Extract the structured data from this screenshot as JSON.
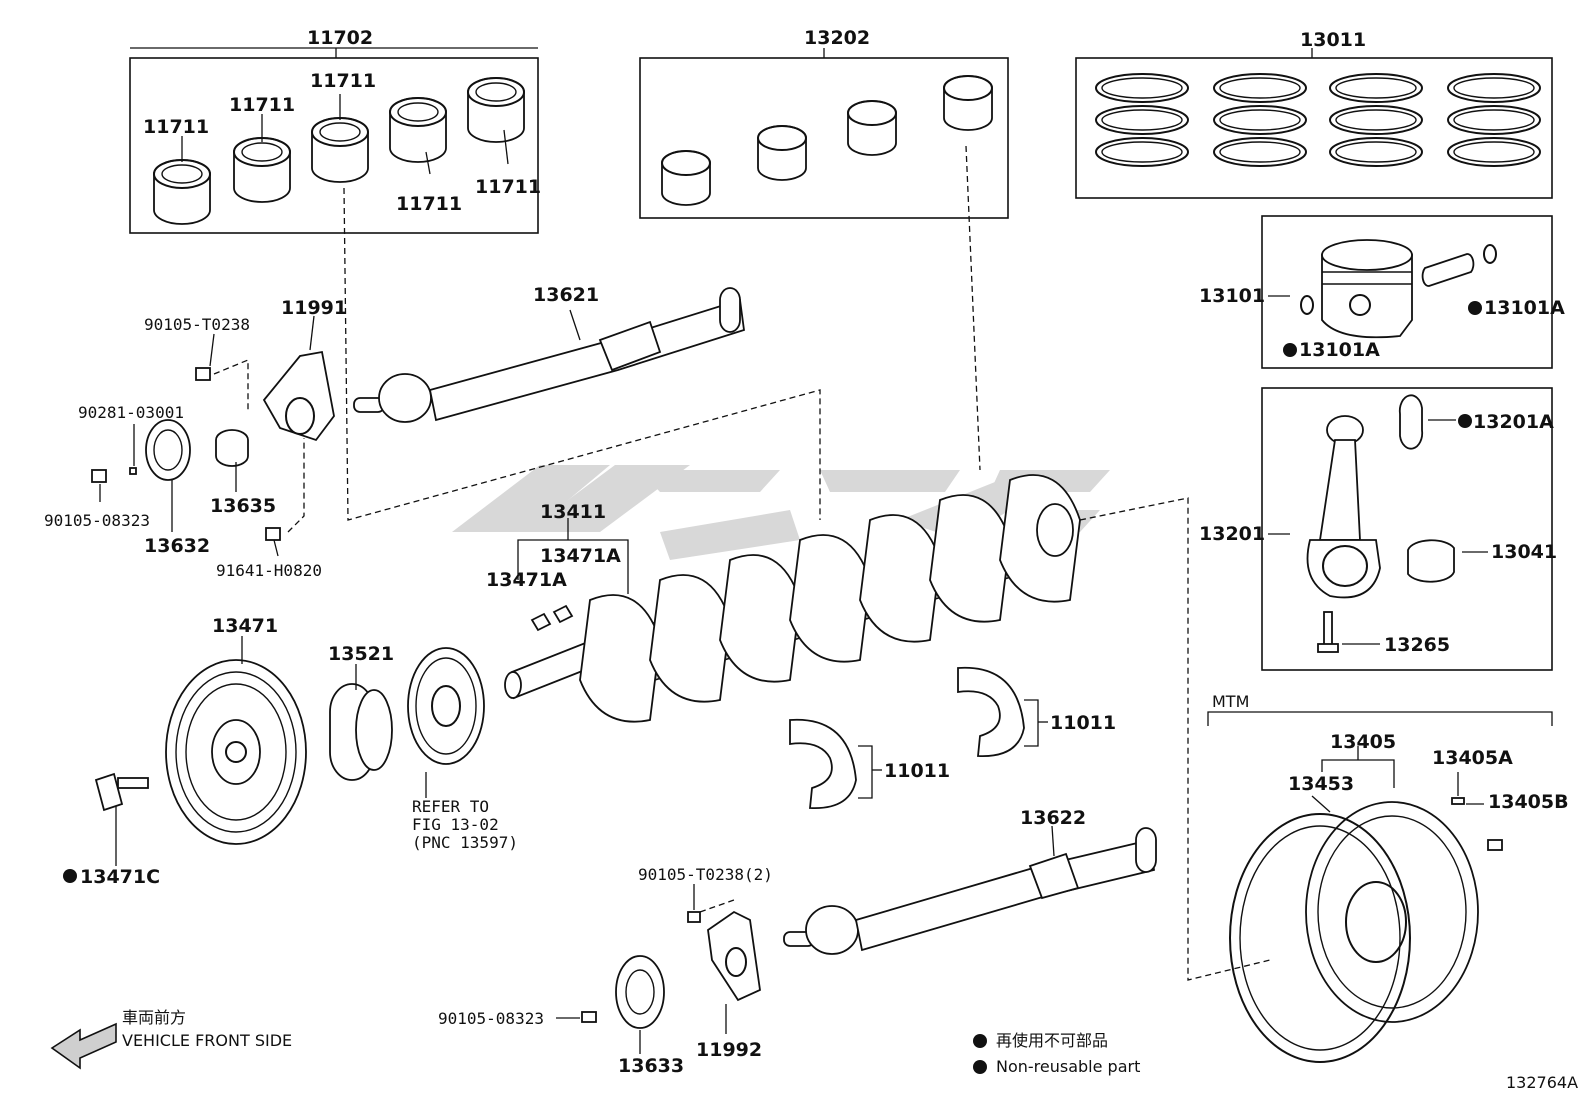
{
  "labels": {
    "p11702": "11702",
    "p11711_a": "11711",
    "p11711_b": "11711",
    "p11711_c": "11711",
    "p11711_d": "11711",
    "p11711_e": "11711",
    "p13202": "13202",
    "p13011": "13011",
    "p13101": "13101",
    "p13101A_a": "13101A",
    "p13101A_b": "13101A",
    "p13201": "13201",
    "p13201A": "13201A",
    "p13041": "13041",
    "p13265": "13265",
    "p13621": "13621",
    "p11991": "11991",
    "b90105_T0238": "90105-T0238",
    "b90281_03001": "90281-03001",
    "b90105_08323_a": "90105-08323",
    "p13632": "13632",
    "p13635": "13635",
    "b91641_H0820": "91641-H0820",
    "p13411": "13411",
    "p13471A_a": "13471A",
    "p13471A_b": "13471A",
    "p13471": "13471",
    "p13521": "13521",
    "refer_1": "REFER TO",
    "refer_2": "FIG 13-02",
    "refer_3": "(PNC 13597)",
    "p13471C": "13471C",
    "p11011_a": "11011",
    "p11011_b": "11011",
    "p13622": "13622",
    "b90105_T0238_2": "90105-T0238(2)",
    "b90105_08323_b": "90105-08323",
    "p13633": "13633",
    "p11992": "11992",
    "mtm": "MTM",
    "p13405": "13405",
    "p13453": "13453",
    "p13405A": "13405A",
    "p13405B": "13405B",
    "front_jp": "車両前方",
    "front_en": "VEHICLE FRONT SIDE",
    "legend_jp": "再使用不可部品",
    "legend_en": "Non-reusable part",
    "fig_id": "132764A"
  }
}
